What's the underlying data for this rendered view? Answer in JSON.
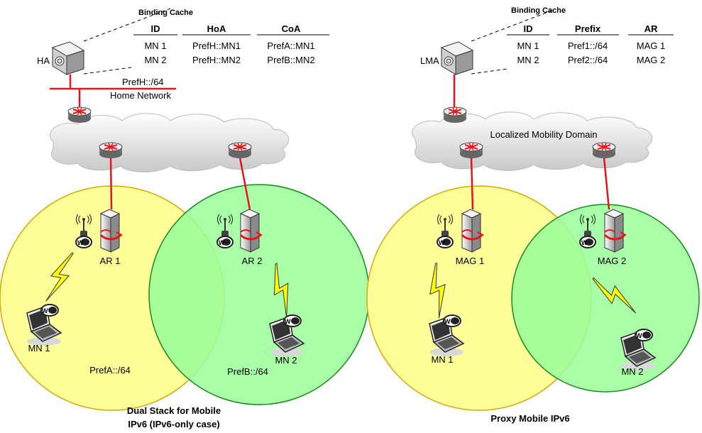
{
  "left": {
    "bc_title": "Binding Cache",
    "table": {
      "headers": [
        "ID",
        "HoA",
        "CoA"
      ],
      "rows": [
        [
          "MN 1",
          "PrefH::MN1",
          "PrefA::MN1"
        ],
        [
          "MN 2",
          "PrefH::MN2",
          "PrefB::MN2"
        ]
      ]
    },
    "anchor_label": "HA",
    "prefix_label": "PrefH::/64",
    "network_label": "Home Network",
    "ar1": "AR 1",
    "ar2": "AR 2",
    "mn1": "MN 1",
    "mn2": "MN 2",
    "pref_a": "PrefA::/64",
    "pref_b": "PrefB::/64",
    "caption_line1": "Dual Stack for Mobile",
    "caption_line2": "IPv6 (IPv6-only case)"
  },
  "right": {
    "bc_title": "Binding Cache",
    "table": {
      "headers": [
        "ID",
        "Prefix",
        "AR"
      ],
      "rows": [
        [
          "MN 1",
          "Pref1::/64",
          "MAG 1"
        ],
        [
          "MN 2",
          "Pref2::/64",
          "MAG 2"
        ]
      ]
    },
    "anchor_label": "LMA",
    "domain_label": "Localized Mobility Domain",
    "mag1": "MAG 1",
    "mag2": "MAG 2",
    "mn1": "MN 1",
    "mn2": "MN 2",
    "caption": "Proxy Mobile IPv6"
  },
  "wifi_text": "Wi Fi",
  "colors": {
    "link": "#e8141c",
    "yellow_area": "#ffff99",
    "yellow_border": "#d4a800",
    "green_area": "#99ff99",
    "green_border": "#1a8a1a",
    "lightning": "#ffff00"
  },
  "icons": [
    "router-icon",
    "server-icon",
    "access-router-icon",
    "wifi-access-point-icon",
    "laptop-wifi-icon",
    "lightning-icon",
    "cloud-icon"
  ]
}
